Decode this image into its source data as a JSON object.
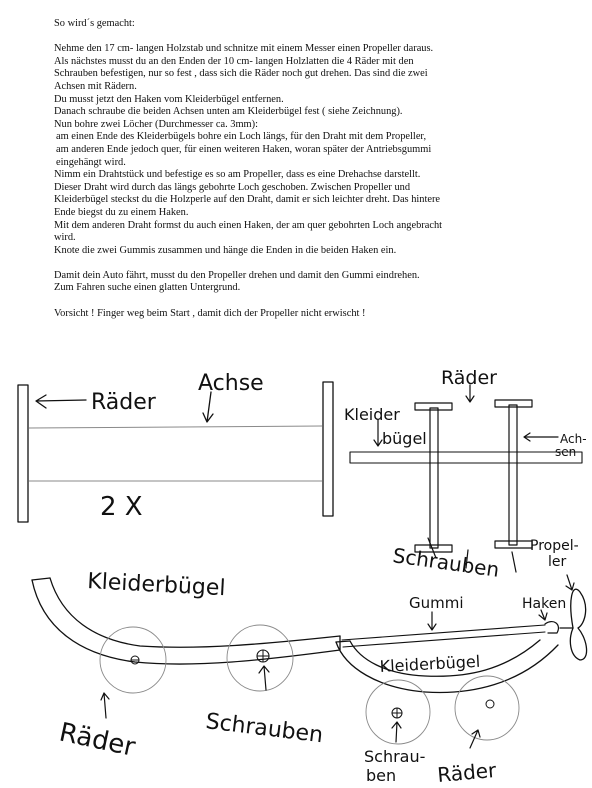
{
  "instructions": {
    "heading": "So wird´s gemacht:",
    "lines": [
      "Nehme den 17 cm- langen Holzstab und schnitze mit einem Messer einen Propeller daraus.",
      "Als nächstes musst du an den Enden der 10 cm- langen Holzlatten die 4 Räder mit den",
      "Schrauben befestigen, nur so fest , dass sich die Räder noch gut drehen. Das sind die zwei",
      "Achsen mit Rädern.",
      "Du musst jetzt den Haken vom Kleiderbügel entfernen.",
      "Danach schraube die beiden Achsen unten am Kleiderbügel fest ( siehe Zeichnung).",
      "Nun bohre zwei Löcher (Durchmesser ca. 3mm):",
      " am einen Ende des Kleiderbügels bohre ein Loch längs, für den Draht mit dem Propeller,",
      " am anderen Ende jedoch quer, für einen weiteren Haken, woran später der Antriebsgummi",
      " eingehängt wird.",
      "Nimm ein Drahtstück und befestige es so am Propeller, dass es eine Drehachse darstellt.",
      "Dieser Draht wird durch das längs gebohrte Loch geschoben. Zwischen Propeller und",
      "Kleiderbügel steckst du die Holzperle auf den Draht, damit er sich leichter dreht. Das hintere",
      "Ende biegst du zu einem Haken.",
      "Mit dem anderen Draht formst du auch einen Haken, der am quer gebohrten Loch angebracht",
      "wird.",
      "Knote die zwei Gummis zusammen und hänge die Enden in die beiden Haken ein."
    ],
    "closing": [
      "Damit dein Auto fährt, musst du den Propeller drehen und damit den Gummi eindrehen.",
      "Zum Fahren suche einen glatten Untergrund."
    ],
    "warning": "Vorsicht ! Finger weg beim Start , damit dich der Propeller nicht erwischt !"
  },
  "drawing_labels": {
    "axle_wheels": "Räder",
    "axle_axle": "Achse",
    "axle_count": "2 X",
    "front_wheels": "Räder",
    "front_hanger_1": "Kleider",
    "front_hanger_2": "bügel",
    "front_axle_1": "Ach-",
    "front_axle_2": "sen",
    "front_screws": "Schrauben",
    "side_hanger": "Kleiderbügel",
    "side_wheels": "Räder",
    "side_screws": "Schrauben",
    "car_propeller_1": "Propel-",
    "car_propeller_2": "ler",
    "car_rubber": "Gummi",
    "car_hook": "Haken",
    "car_hanger": "Kleiderbügel",
    "car_screws_1": "Schrau-",
    "car_screws_2": "ben",
    "car_wheels": "Räder"
  }
}
